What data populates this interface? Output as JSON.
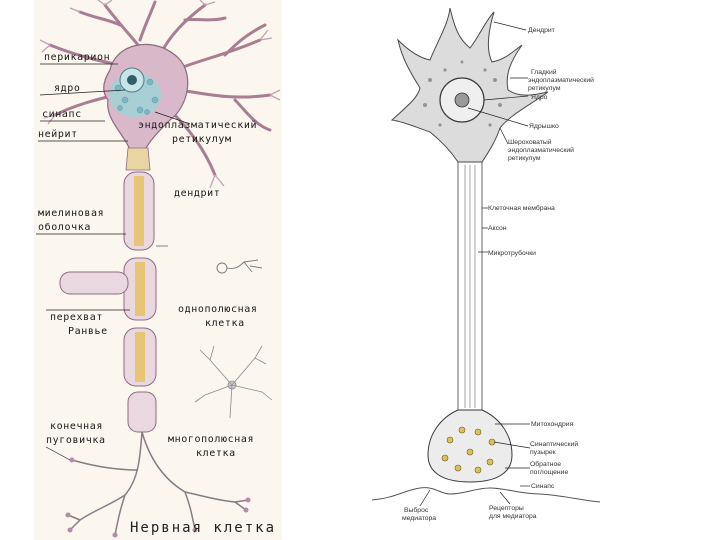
{
  "left_panel": {
    "labels": {
      "perikaryon": "перикарион",
      "nucleus": "ядро",
      "synapse": "синапс",
      "neurite": "нейрит",
      "er_line1": "эндоплазматический",
      "er_line2": "ретикулум",
      "dendrite": "дендрит",
      "myelin_line1": "миелиновая",
      "myelin_line2": "оболочка",
      "unipolar_line1": "однополюсная",
      "unipolar_line2": "клетка",
      "ranvier_line1": "перехват",
      "ranvier_line2": "Ранвье",
      "terminal_line1": "конечная",
      "terminal_line2": "пуговичка",
      "multipolar_line1": "многополюсная",
      "multipolar_line2": "клетка"
    },
    "caption": "Нервная клетка"
  },
  "right_panel": {
    "labels": {
      "dendrite": "Дендрит",
      "smooth_er_line1": "Гладкий",
      "smooth_er_line2": "эндоплазматический",
      "smooth_er_line3": "ретикулум",
      "nucleus": "Ядро",
      "nucleolus": "Ядрышко",
      "rough_er_line1": "Шероховатый",
      "rough_er_line2": "эндоплазматический",
      "rough_er_line3": "ретикулум",
      "membrane": "Клеточная мембрана",
      "axon": "Аксон",
      "microtubules": "Микротрубочки",
      "mitochondria": "Митохондрия",
      "vesicle_line1": "Синаптический",
      "vesicle_line2": "пузырек",
      "reuptake_line1": "Обратное",
      "reuptake_line2": "поглощение",
      "synapse": "Синапс",
      "release_line1": "Выброс",
      "release_line2": "медиатора",
      "receptors_line1": "Рецепторы",
      "receptors_line2": "для медиатора"
    }
  }
}
